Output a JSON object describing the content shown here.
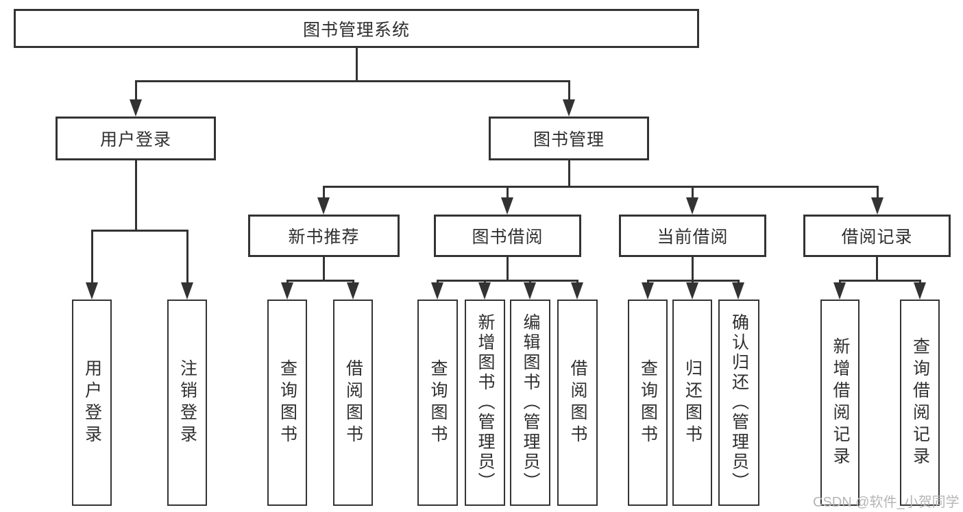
{
  "diagram_title": "图书管理系统",
  "tree": {
    "root": {
      "label": "图书管理系统"
    },
    "branches": [
      {
        "label": "用户登录",
        "children": [
          {
            "label": "用户登录"
          },
          {
            "label": "注销登录"
          }
        ]
      },
      {
        "label": "图书管理",
        "children": [
          {
            "label": "新书推荐",
            "children": [
              {
                "label": "查询图书"
              },
              {
                "label": "借阅图书"
              }
            ]
          },
          {
            "label": "图书借阅",
            "children": [
              {
                "label": "查询图书"
              },
              {
                "label": "新增图书（管理员）"
              },
              {
                "label": "编辑图书（管理员）"
              },
              {
                "label": "借阅图书"
              }
            ]
          },
          {
            "label": "当前借阅",
            "children": [
              {
                "label": "查询图书"
              },
              {
                "label": "归还图书"
              },
              {
                "label": "确认归还（管理员）"
              }
            ]
          },
          {
            "label": "借阅记录",
            "children": [
              {
                "label": "新增借阅记录"
              },
              {
                "label": "查询借阅记录"
              }
            ]
          }
        ]
      }
    ]
  },
  "watermark": {
    "text": "CSDN @软件_小贺同学"
  },
  "colors": {
    "line": "#333333",
    "text": "#2f2f2f",
    "watermark": "#b5b5b5",
    "background": "#ffffff"
  }
}
